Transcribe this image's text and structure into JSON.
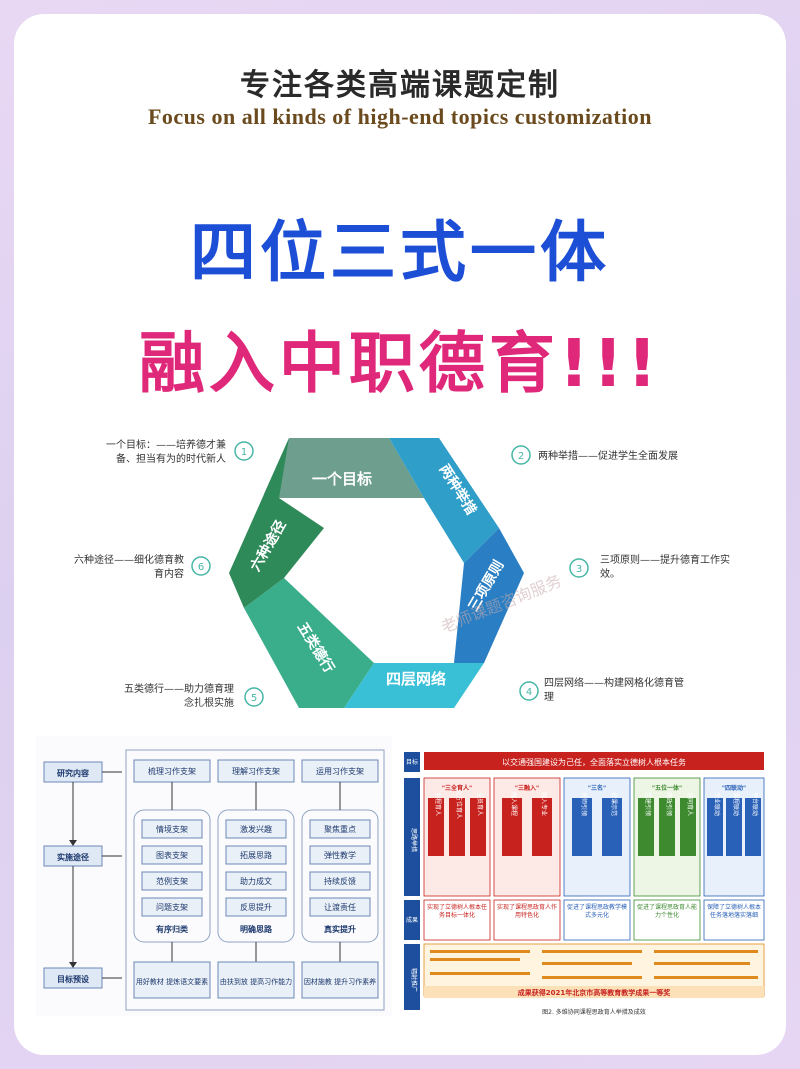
{
  "header": {
    "title_cn": "专注各类高端课题定制",
    "title_en": "Focus on all kinds of high-end topics customization"
  },
  "headline": {
    "line1": "四位三式一体",
    "line2": "融入中职德育!!!"
  },
  "cycle": {
    "segments": [
      {
        "label": "一个目标",
        "color": "#6d9e8e"
      },
      {
        "label": "两种举措",
        "color": "#2f9ec8"
      },
      {
        "label": "三项原则",
        "color": "#2a7ec3"
      },
      {
        "label": "四层网络",
        "color": "#39bfd6"
      },
      {
        "label": "五类德行",
        "color": "#3aae8a"
      },
      {
        "label": "六种途径",
        "color": "#2f8a5a"
      }
    ],
    "annotations": [
      {
        "num": "1",
        "line1": "一个目标：——培养德才兼",
        "line2": "备、担当有为的时代新人"
      },
      {
        "num": "2",
        "line1": "两种举措——促进学生全面发展",
        "line2": ""
      },
      {
        "num": "3",
        "line1": "三项原则——提升德育工作实",
        "line2": "效。"
      },
      {
        "num": "4",
        "line1": "四层网络——构建网格化德育管",
        "line2": "理"
      },
      {
        "num": "5",
        "line1": "五类德行——助力德育理",
        "line2": "念扎根实施"
      },
      {
        "num": "6",
        "line1": "六种途径——细化德育教",
        "line2": "育内容"
      }
    ],
    "watermark": "老师课题咨询服务"
  },
  "flow": {
    "left_labels": [
      "研究内容",
      "实施途径",
      "目标预设"
    ],
    "top_boxes": [
      "梳理习作支架",
      "理解习作支架",
      "运用习作支架"
    ],
    "columns": [
      {
        "items": [
          "情境支架",
          "图表支架",
          "范例支架",
          "问题支架"
        ],
        "footer": "有序归类"
      },
      {
        "items": [
          "激发兴趣",
          "拓展思路",
          "助力成文",
          "反思提升"
        ],
        "footer": "明确思路"
      },
      {
        "items": [
          "聚焦重点",
          "弹性教学",
          "持续反馈",
          "让渡责任"
        ],
        "footer": "真实提升"
      }
    ],
    "bottom_boxes": [
      "用好教材 提炼语文要素",
      "由扶到放 提高习作能力",
      "因材施教 提升习作素养"
    ]
  },
  "matrix": {
    "side_labels": [
      "目标",
      "思路举措",
      "成果",
      "辐射推广"
    ],
    "banner": "以交通强国建设为己任，全面落实立德树人根本任务",
    "groups": [
      {
        "head": "\"三全育人\"",
        "subs": [
          "全程育人",
          "全方位育人",
          "全员育人"
        ]
      },
      {
        "head": "\"三融入\"",
        "subs": [
          "融入课程",
          "融入专业"
        ]
      },
      {
        "head": "\"三名\"",
        "subs": [
          "名师引领",
          "名课示范"
        ]
      },
      {
        "head": "\"五位一体\"",
        "subs": [
          "党建引领",
          "思政引领",
          "协同育人"
        ]
      },
      {
        "head": "\"四联动\"",
        "subs": [
          "专业联动",
          "课程联动",
          "平台联动"
        ]
      }
    ],
    "results": [
      "实现了立德树人根本任务目标一体化",
      "实现了课程思政育人作用特色化",
      "促进了课程思政教学模式多元化",
      "促进了课程思政育人能力个性化",
      "保障了立德树人根本任务落地落实落细"
    ],
    "bottom_banner": "成果获得2021年北京市高等教育教学成果一等奖",
    "caption": "图2. 多维协同课程思政育人举措及成效"
  },
  "colors": {
    "title_blue": "#1c4fd6",
    "title_pink": "#e0287a",
    "circle_stroke": "#46b6a6",
    "matrix_red": "#c8221e"
  }
}
